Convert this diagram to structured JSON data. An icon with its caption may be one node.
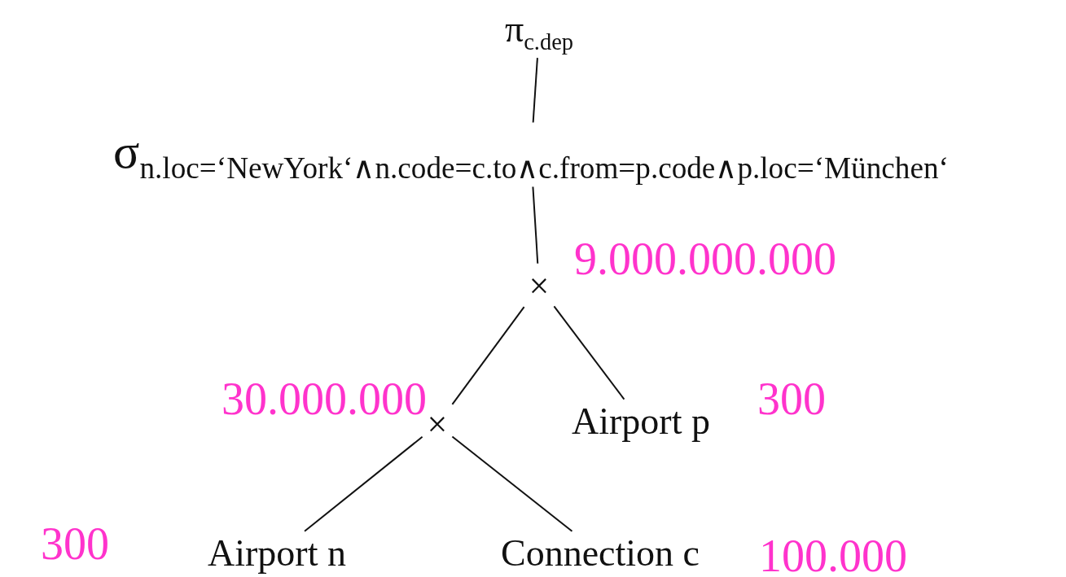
{
  "diagram": {
    "nodes": [
      {
        "text": [
          "π$_{c.dep}$"
        ]
      },
      {
        "text": [
          "σ$_{n.loc=‘NewYork‘∧n.code=c.to∧c.from=p.code∧p.loc=‘München‘}$"
        ]
      },
      {
        "text": [
          "×"
        ],
        "beside": [
          "9.000.000.000"
        ]
      },
      {
        "text": [
          "×"
        ],
        "beside": [
          "30.000.000"
        ]
      },
      {
        "text": [
          "Airport p"
        ],
        "beside": [
          "300"
        ]
      },
      {
        "text": [
          "Airport n"
        ],
        "beside": [
          "300"
        ]
      },
      {
        "text": [
          "Connection c"
        ],
        "beside": [
          "100.000"
        ]
      }
    ],
    "edges": [
      {
        "from": 0,
        "to": 1,
        "arrow": "none"
      },
      {
        "from": 1,
        "to": 2,
        "arrow": "none"
      },
      {
        "from": 2,
        "to": 3,
        "arrow": "none"
      },
      {
        "from": 2,
        "to": 4,
        "arrow": "none"
      },
      {
        "from": 3,
        "to": 5,
        "arrow": "none"
      },
      {
        "from": 3,
        "to": 6,
        "arrow": "none"
      }
    ]
  }
}
